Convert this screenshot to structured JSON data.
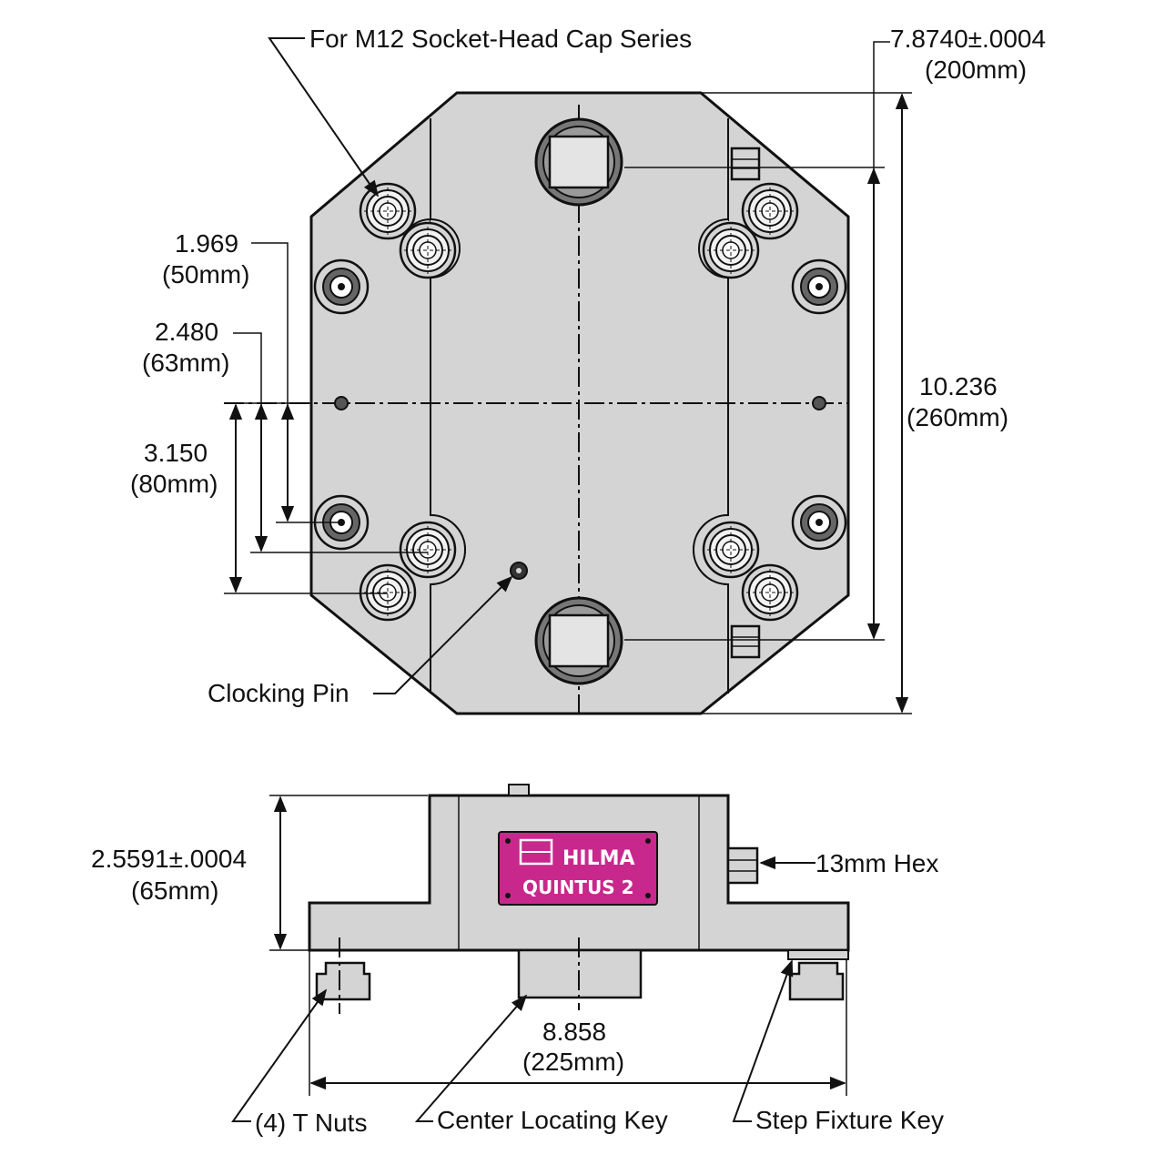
{
  "top_view": {
    "screw_note": "For M12 Socket-Head Cap Series",
    "width_dim": "7.8740±.0004",
    "width_dim_mm": "(200mm)",
    "height_dim": "10.236",
    "height_dim_mm": "(260mm)",
    "dim_a": "1.969",
    "dim_a_mm": "(50mm)",
    "dim_b": "2.480",
    "dim_b_mm": "(63mm)",
    "dim_c": "3.150",
    "dim_c_mm": "(80mm)",
    "clocking_pin": "Clocking Pin"
  },
  "side_view": {
    "height_dim": "2.5591±.0004",
    "height_dim_mm": "(65mm)",
    "hex_note": "13mm Hex",
    "length_dim": "8.858",
    "length_dim_mm": "(225mm)",
    "t_nuts": "(4) T Nuts",
    "center_key": "Center Locating Key",
    "step_key": "Step Fixture Key",
    "plate_brand": "HILMA",
    "plate_model": "QUINTUS 2",
    "plate_color": "#c8288c",
    "body_color": "#d4d4d4"
  }
}
